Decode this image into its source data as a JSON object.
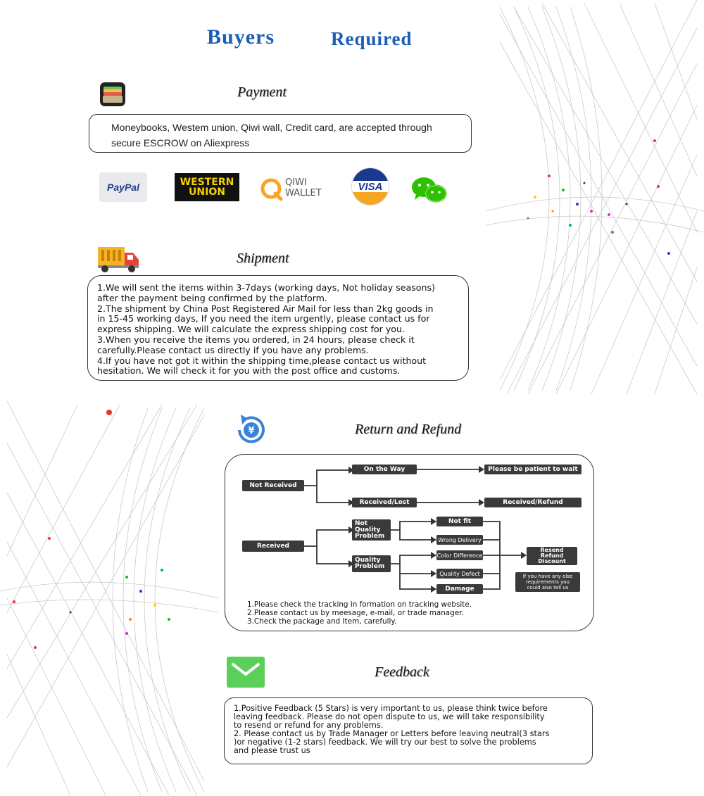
{
  "header": {
    "title_left": "Buyers",
    "title_right": "Required"
  },
  "payment": {
    "title": "Payment",
    "text": "Moneybooks, Westem union, Qiwi wall, Credit card,  are accepted through\nsecure ESCROW on Aliexpress",
    "logos": {
      "paypal": "PayPal",
      "western_union_line1": "WESTERN",
      "western_union_line2": "UNION",
      "qiwi_line1": "QIWI",
      "qiwi_line2": "WALLET",
      "visa": "VISA"
    }
  },
  "shipment": {
    "title": "Shipment",
    "text": "1.We will sent the items within 3-7days (working days, Not holiday seasons)\nafter the payment being confirmed by the platform.\n2.The shipment by China Post Registered Air Mail for less than  2kg goods in\nin 15-45 working days, If  you need the item urgently, please contact us for\nexpress shipping. We will calculate the express shipping cost for you.\n3.When you receive the items you ordered, in 24 hours, please check it\ncarefully.Please contact us directly if you have any problems.\n4.If you have not got it within the shipping time,please contact us without\nhesitation. We will check it for you with the post office and customs."
  },
  "return_refund": {
    "title": "Return  and  Refund",
    "flow": {
      "not_received": "Not Received",
      "on_the_way": "On the Way",
      "be_patient": "Please be patient to wait",
      "received_lost": "Received/Lost",
      "received_refund": "Received/Refund",
      "received": "Received",
      "not_quality": "Not\nQuality\nProblem",
      "quality": "Quality\nProblem",
      "not_fit": "Not fit",
      "wrong_delivery": "Wrong Delivery",
      "color_difference": "Color Difference",
      "quality_defect": "Quality Defect",
      "damage": "Damage",
      "resend": "Resend\nRefund\nDiscount",
      "other_req": "If you have any else\nrequirements you\ncould also tell us"
    },
    "notes": "1.Please check the tracking in formation on tracking website.\n2.Please contact us by meesage, e-mail, or trade manager.\n3.Check the package and Item, carefully."
  },
  "feedback": {
    "title": "Feedback",
    "text": "1.Positive Feedback (5 Stars) is very important to us, please think twice before\nleaving feedback. Please do not open dispute to us, we will take responsibility\nto resend or refund for any problems.\n2. Please contact us by Trade Manager or Letters before leaving neutral(3 stars\n)or negative (1-2 stars) feedback. We will try our best to solve the problems\nand please trust us"
  },
  "icons": {
    "wallet": "wallet-icon",
    "truck": "truck-icon",
    "refund": "yuan-refresh-icon",
    "mail": "envelope-icon",
    "wechat": "wechat-icon"
  },
  "colors": {
    "title_blue": "#1a5fb4",
    "node_dark": "#3a3a3a",
    "mail_green": "#5ccf5a",
    "refund_blue": "#3a82d6"
  }
}
